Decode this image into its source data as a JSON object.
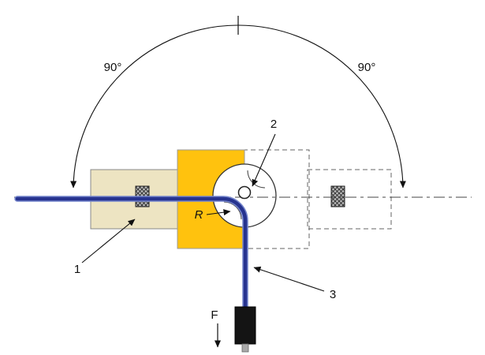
{
  "diagram": {
    "title_hint": "cable-bend-test-fixture",
    "angle_left": "90°",
    "angle_right": "90°",
    "part_label_1": "1",
    "part_label_2": "2",
    "part_label_3": "3",
    "radius_label": "R",
    "force_label": "F"
  },
  "colors": {
    "clamp_orange": "#FFC20E",
    "fixture_beige": "#EDE4C2",
    "cable_dark": "#26338F",
    "cable_light": "#7585CC",
    "weight_black": "#141414"
  }
}
